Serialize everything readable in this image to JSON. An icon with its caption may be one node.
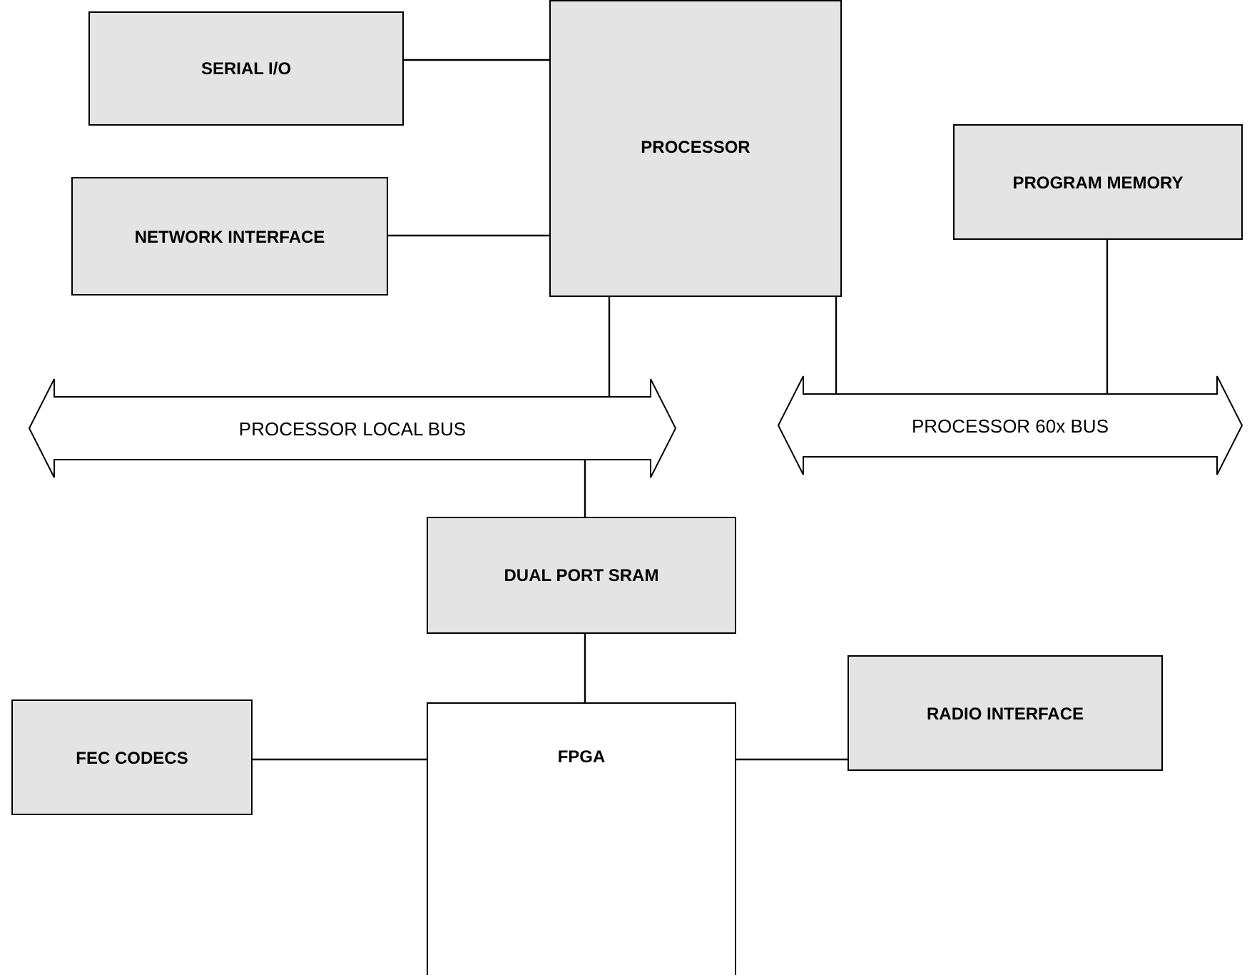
{
  "diagram": {
    "nodes": [
      {
        "text": [
          "SERIAL I/O"
        ]
      },
      {
        "text": [
          "PROCESSOR"
        ]
      },
      {
        "text": [
          "NETWORK INTERFACE"
        ]
      },
      {
        "text": [
          "PROGRAM MEMORY"
        ]
      },
      {
        "text": [
          "PROCESSOR LOCAL BUS"
        ]
      },
      {
        "text": [
          "PROCESSOR 60x BUS"
        ]
      },
      {
        "text": [
          "DUAL PORT SRAM"
        ]
      },
      {
        "text": [
          "FEC CODECS"
        ]
      },
      {
        "text": [
          "FPGA"
        ]
      },
      {
        "text": [
          "RADIO INTERFACE"
        ]
      }
    ],
    "edges": [
      {
        "from": 0,
        "to": 1,
        "arrow": "none"
      },
      {
        "from": 2,
        "to": 1,
        "arrow": "none"
      },
      {
        "from": 1,
        "to": 4,
        "arrow": "none"
      },
      {
        "from": 1,
        "to": 5,
        "arrow": "none"
      },
      {
        "from": 3,
        "to": 5,
        "arrow": "none"
      },
      {
        "from": 4,
        "to": 6,
        "arrow": "none"
      },
      {
        "from": 6,
        "to": 8,
        "arrow": "none"
      },
      {
        "from": 7,
        "to": 8,
        "arrow": "none"
      },
      {
        "from": 8,
        "to": 9,
        "arrow": "none"
      }
    ]
  }
}
